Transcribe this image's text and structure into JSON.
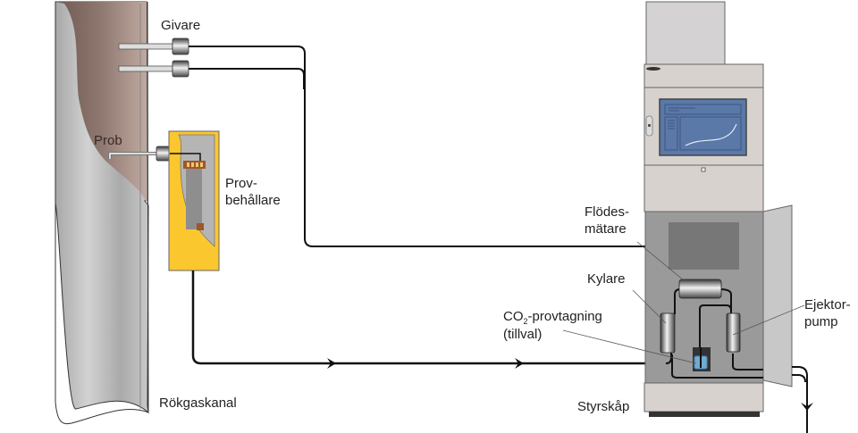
{
  "diagram": {
    "labels": {
      "givare": "Givare",
      "prob": "Prob",
      "provbehallare_1": "Prov-",
      "provbehallare_2": "behållare",
      "rokgaskanal": "Rökgaskanal",
      "flodesmatare_1": "Flödes-",
      "flodesmatare_2": "mätare",
      "kylare": "Kylare",
      "co2_prefix": "CO",
      "co2_sub": "2",
      "co2_suffix": "-provtagning",
      "co2_note": "(tillval)",
      "ejektorpump_1": "Ejektor-",
      "ejektorpump_2": "pump",
      "styrskap": "Styrskåp"
    },
    "colors": {
      "duct_brown": "#8c776f",
      "duct_gray": "#c4c4c4",
      "sample_container": "#fbc72e",
      "cabinet": "#d8d2cf",
      "cabinet_inner": "#9a9a9a",
      "screen": "#5a78a8",
      "pipe": "#111111"
    },
    "components": [
      "flue-gas-duct",
      "sensors",
      "probe",
      "sample-container",
      "control-cabinet",
      "flow-meter",
      "cooler",
      "ejector-pump",
      "co2-sampling"
    ]
  }
}
